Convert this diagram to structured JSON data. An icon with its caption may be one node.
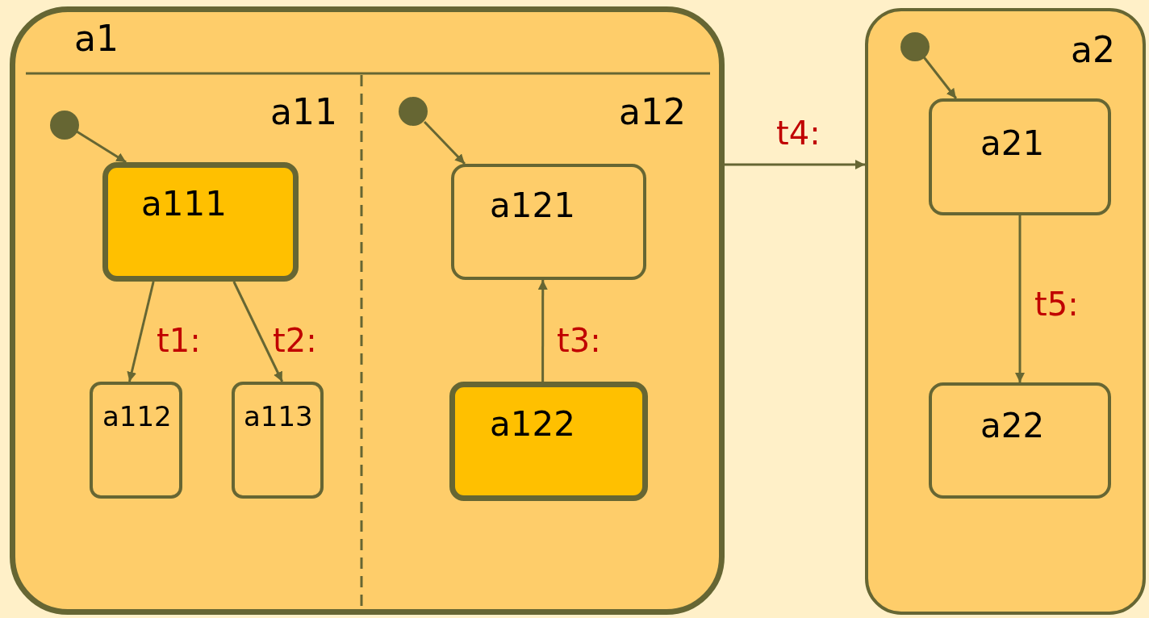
{
  "diagram": {
    "nodes": [
      {
        "text": [
          "a1"
        ]
      },
      {
        "text": [
          "a11"
        ],
        "in": 0
      },
      {
        "text": [],
        "shape": "circle",
        "in": 1
      },
      {
        "text": [
          "a111"
        ],
        "in": 1
      },
      {
        "text": [
          "a112"
        ],
        "in": 1
      },
      {
        "text": [
          "a113"
        ],
        "in": 1
      },
      {
        "text": [
          "a12"
        ],
        "in": 0
      },
      {
        "text": [],
        "shape": "circle",
        "in": 6
      },
      {
        "text": [
          "a121"
        ],
        "in": 6
      },
      {
        "text": [
          "a122"
        ],
        "in": 6
      },
      {
        "text": [
          "a2"
        ]
      },
      {
        "text": [],
        "shape": "circle",
        "in": 10
      },
      {
        "text": [
          "a21"
        ],
        "in": 10
      },
      {
        "text": [
          "a22"
        ],
        "in": 10
      }
    ],
    "edges": [
      {
        "from": 2,
        "to": 3,
        "arrow": "to"
      },
      {
        "from": 3,
        "to": 4,
        "arrow": "to",
        "label": "t1:"
      },
      {
        "from": 3,
        "to": 5,
        "arrow": "to",
        "label": "t2:"
      },
      {
        "from": 7,
        "to": 8,
        "arrow": "to"
      },
      {
        "from": 9,
        "to": 8,
        "arrow": "to",
        "label": "t3:"
      },
      {
        "from": 0,
        "to": 10,
        "arrow": "to",
        "label": "t4:"
      },
      {
        "from": 11,
        "to": 12,
        "arrow": "to"
      },
      {
        "from": 12,
        "to": 13,
        "arrow": "to",
        "label": "t5:"
      }
    ]
  }
}
